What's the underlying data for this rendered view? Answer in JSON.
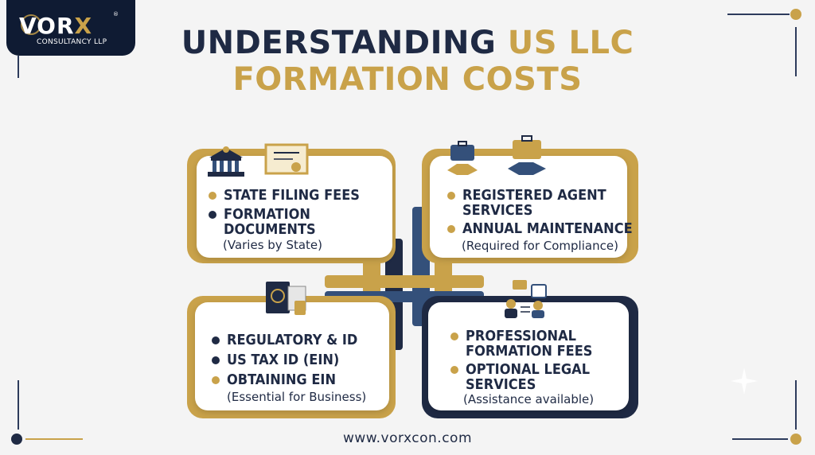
{
  "brand": {
    "name_main": "VOR",
    "name_x": "X",
    "registered": "®",
    "subtitle": "CONSULTANCY LLP"
  },
  "title": {
    "line1_dark": "UNDERSTANDING",
    "line1_gold": "US LLC",
    "line2": "FORMATION COSTS"
  },
  "cards": [
    {
      "items": [
        "STATE FILING FEES",
        "FORMATION DOCUMENTS"
      ],
      "note": "(Varies by State)",
      "icons": [
        "government-building-icon",
        "certificate-icon"
      ]
    },
    {
      "items": [
        "REGISTERED AGENT SERVICES",
        "ANNUAL MAINTENANCE"
      ],
      "note": "(Required for Compliance)",
      "icons": [
        "handshake-briefcase-icon",
        "handshake-briefcase-icon"
      ]
    },
    {
      "items": [
        "REGULATORY & ID",
        "US TAX ID (EIN)",
        "OBTAINING EIN"
      ],
      "note": "(Essential for Business)",
      "icons": [
        "passport-stamp-icon"
      ]
    },
    {
      "items": [
        "PROFESSIONAL FORMATION FEES",
        "OPTIONAL LEGAL SERVICES"
      ],
      "note": "(Assistance available)",
      "icons": [
        "consultation-people-icon"
      ]
    }
  ],
  "footer": {
    "url": "www.vorxcon.com"
  },
  "colors": {
    "navy": "#1f2a44",
    "gold": "#c9a24a",
    "dark_navy": "#0f1b33",
    "blue": "#34507a"
  }
}
